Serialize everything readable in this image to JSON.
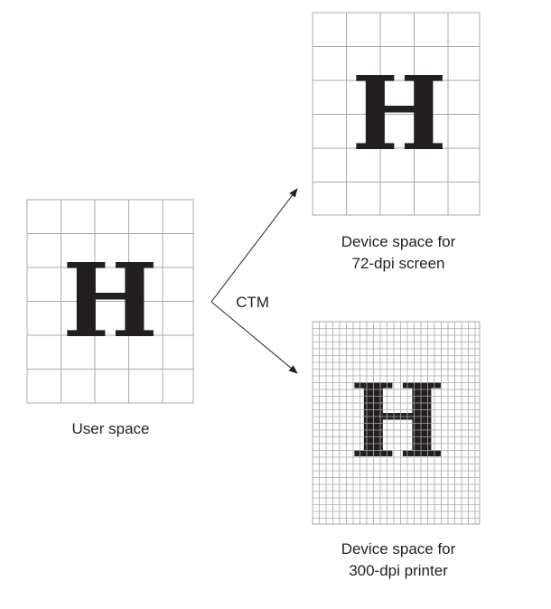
{
  "glyph": "H",
  "user_space": {
    "label": "User space"
  },
  "screen_space": {
    "label_line1": "Device space for",
    "label_line2": "72-dpi screen"
  },
  "printer_space": {
    "label_line1": "Device space for",
    "label_line2": "300-dpi printer"
  },
  "transform": {
    "label": "CTM"
  },
  "colors": {
    "grid_line": "#a7a9ac",
    "ink": "#231f20",
    "background": "#ffffff"
  }
}
